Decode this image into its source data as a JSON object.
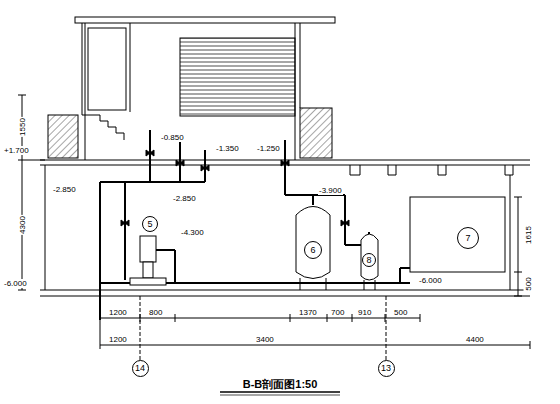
{
  "diagram": {
    "title": "B-B剖面图1:50",
    "nodes": [
      {
        "text": [
          "5"
        ]
      },
      {
        "text": [
          "6"
        ]
      },
      {
        "text": [
          "8"
        ]
      },
      {
        "text": [
          "7"
        ]
      },
      {
        "text": [
          "14"
        ]
      },
      {
        "text": [
          "13"
        ]
      }
    ],
    "labels": [
      "1550",
      "4300",
      "+1.700",
      "-6.000",
      "-0.850",
      "-1.350",
      "-1.250",
      "-2.850",
      "-2.850",
      "-4.300",
      "-3.900",
      "-6.000",
      "1615",
      "500",
      "1200",
      "800",
      "1370",
      "700",
      "910",
      "500",
      "1200",
      "3400",
      "4400"
    ]
  }
}
